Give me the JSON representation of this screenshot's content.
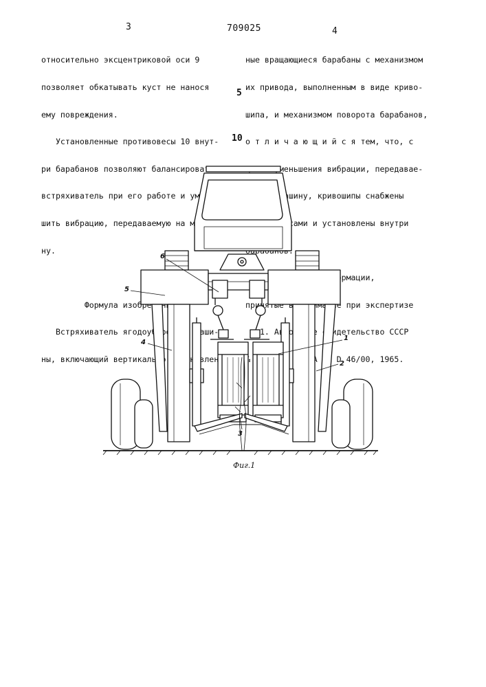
{
  "header": {
    "left_page_number": "3",
    "document_number": "709025",
    "right_page_number": "4"
  },
  "left_column": {
    "lines": [
      "относительно эксцентриковой оси 9",
      "позволяет обкатывать куст не нанося",
      "ему повреждения.",
      "   Установленные противовесы 10 внут-",
      "ри барабанов позволяют балансировать",
      "встряхиватель при его работе и умень-",
      "шить вибрацию, передаваемую на маши-",
      "ну.",
      "",
      "         Формула изобретения",
      "   Встряхиватель ягодоуборочной маши-",
      "ны, включающий вертикально установлен-"
    ]
  },
  "right_column": {
    "lines": [
      "ные вращающиеся барабаны с механизмом",
      "их привода, выполненным в виде криво-",
      "шипа, и механизмом поворота барабанов,",
      "о т л и ч а ю щ и й с я тем, что, с",
      "целью уменьшения вибрации, передавае-",
      "мой на машину, кривошипы снабжены",
      "противовесами и установлены внутри",
      "барабанов.",
      "      Источники информации,",
      "принятые во внимание при экспертизе",
      "   1. Авторское свидетельство СССР",
      "№ 257210, кл. A 01 D 46/00, 1965."
    ]
  },
  "line_numbers": {
    "five": "5",
    "ten": "10"
  },
  "figure": {
    "caption": "Фиг.1",
    "callouts": {
      "c1": "1",
      "c2": "2",
      "c3": "3",
      "c4": "4",
      "c5": "5",
      "c6": "6"
    }
  }
}
